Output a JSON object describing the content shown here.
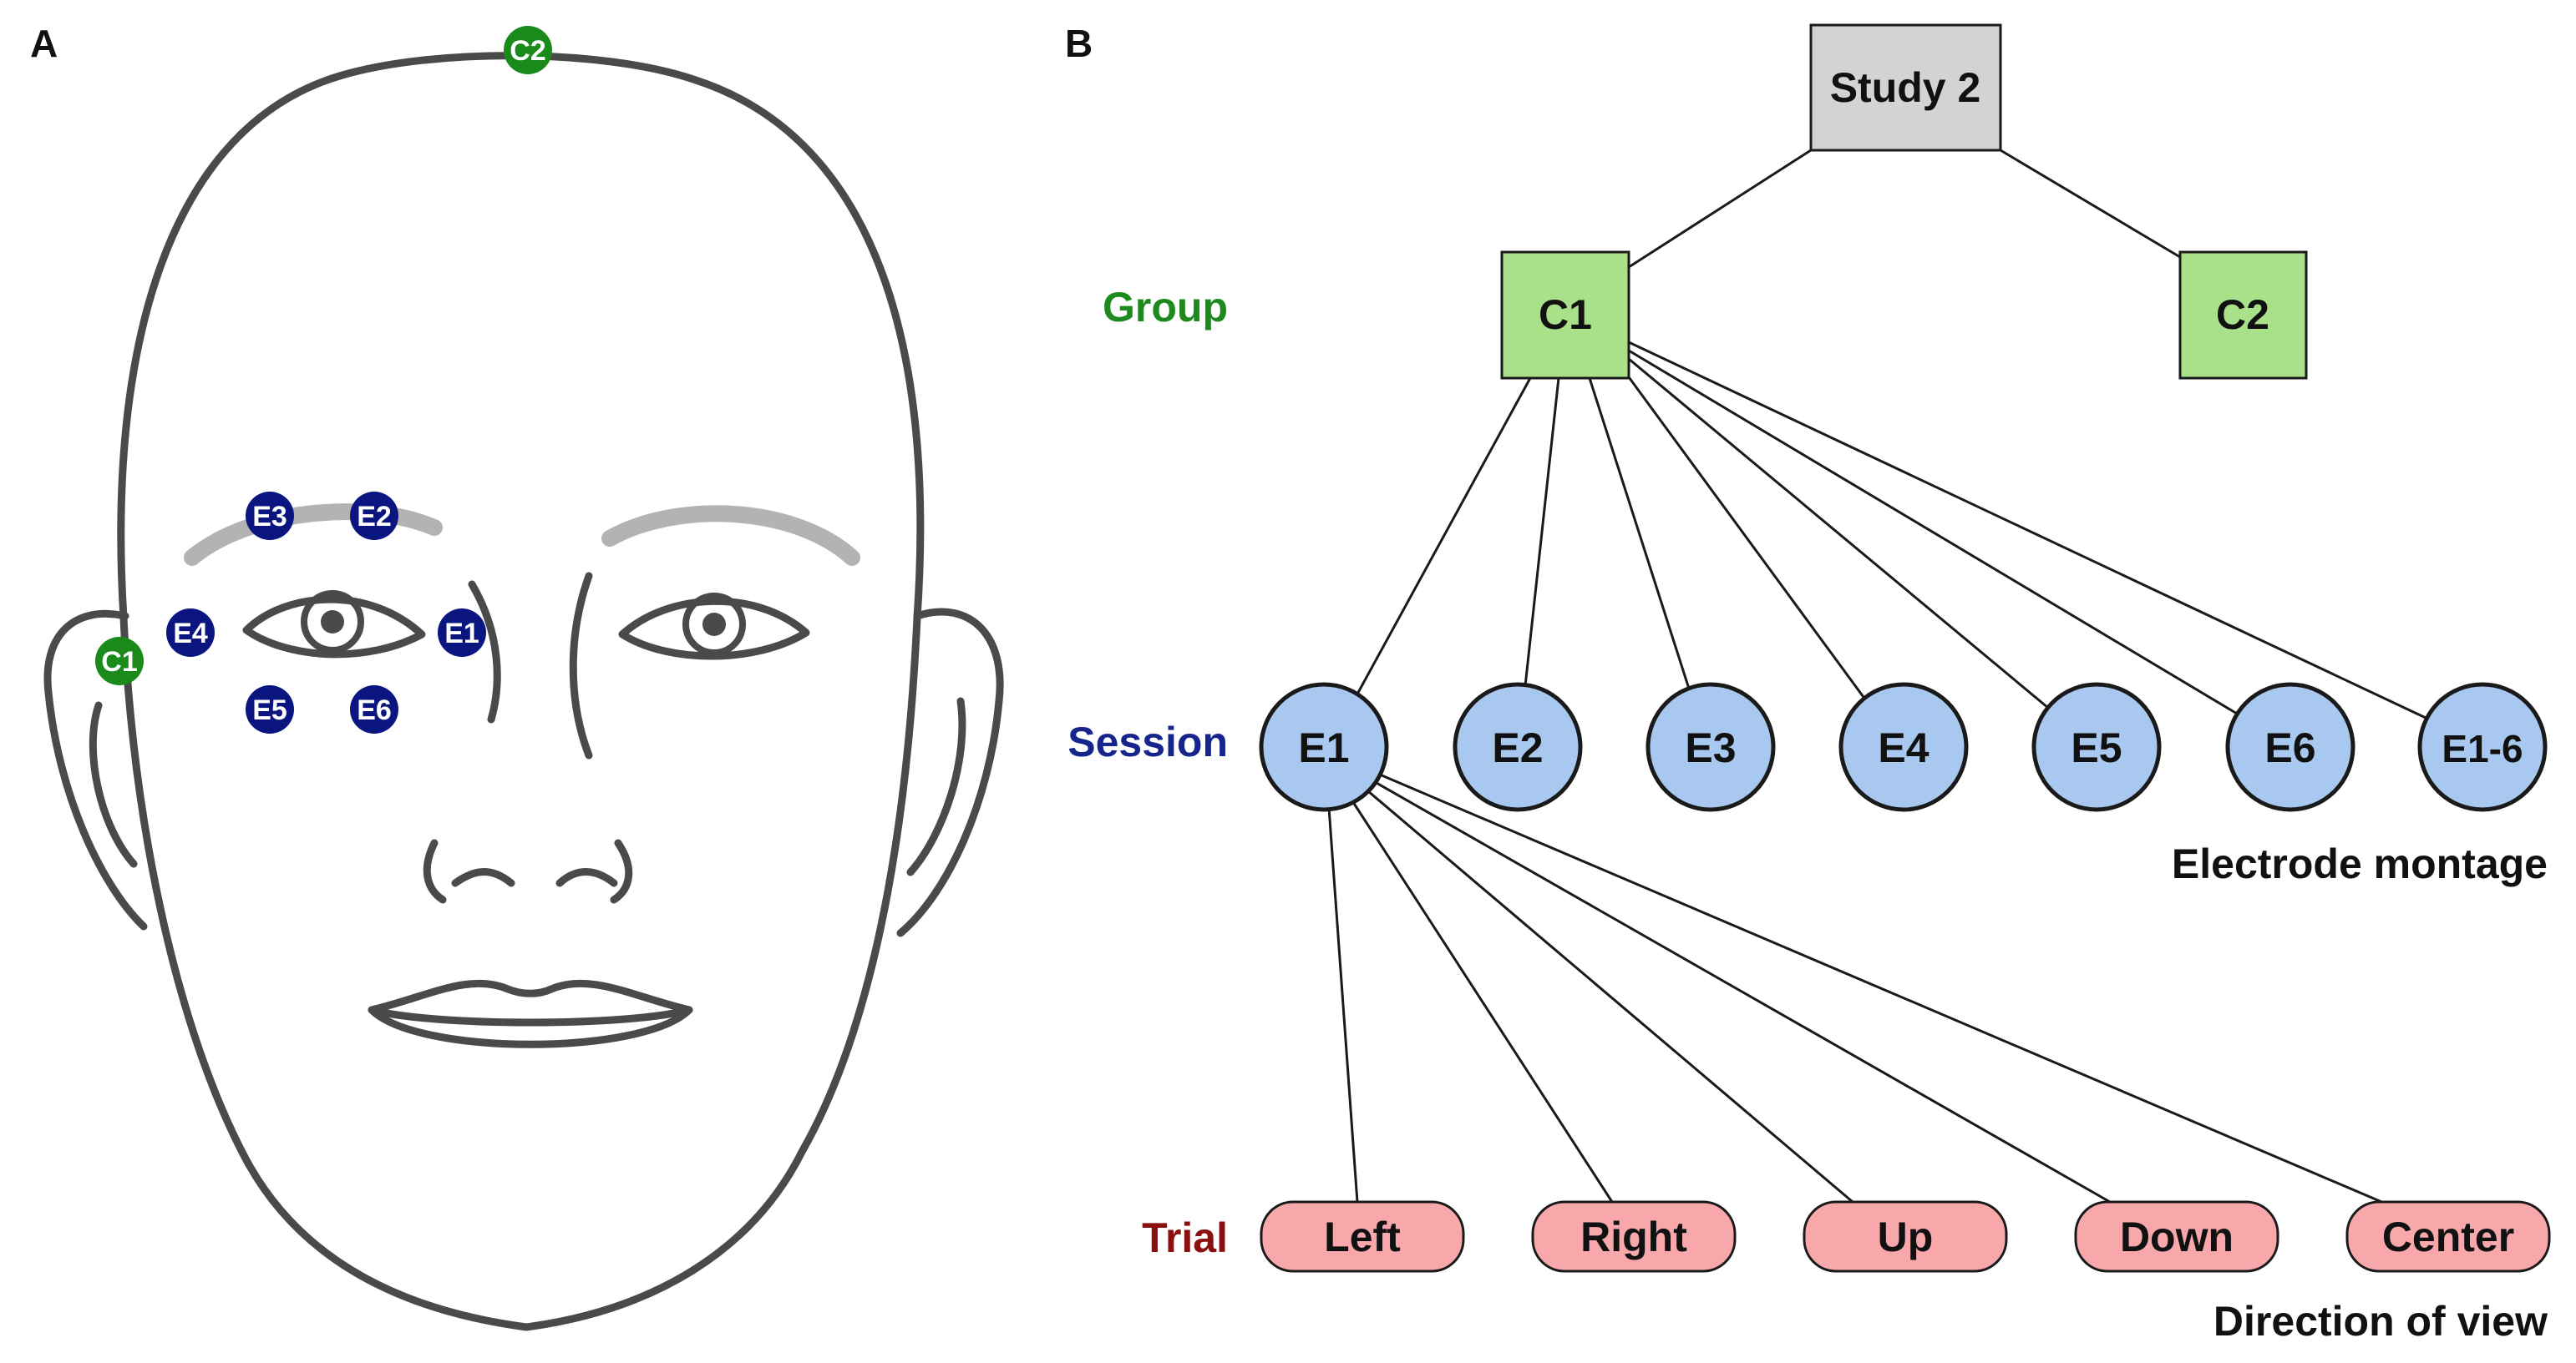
{
  "panels": {
    "a": "A",
    "b": "B"
  },
  "colors": {
    "ground_electrode": "#1a8a1a",
    "eog_electrode": "#0a1580",
    "study_fill": "#d3d3d3",
    "group_fill": "#a9e08a",
    "session_fill": "#a8c8ef",
    "trial_fill": "#f8a8aa",
    "group_label": "#1e8a1e",
    "session_label": "#16258c",
    "trial_label": "#8a1010"
  },
  "face": {
    "ground_electrodes": [
      "C2",
      "C1"
    ],
    "eog_electrodes": [
      "E3",
      "E2",
      "E4",
      "E1",
      "E5",
      "E6"
    ]
  },
  "hierarchy": {
    "study": "Study 2",
    "levels": {
      "group": "Group",
      "session": "Session",
      "trial": "Trial"
    },
    "groups": [
      "C1",
      "C2"
    ],
    "sessions": [
      "E1",
      "E2",
      "E3",
      "E4",
      "E5",
      "E6",
      "E1-6"
    ],
    "trials": [
      "Left",
      "Right",
      "Up",
      "Down",
      "Center"
    ],
    "captions": {
      "session": "Electrode montage",
      "trial": "Direction of view"
    }
  }
}
